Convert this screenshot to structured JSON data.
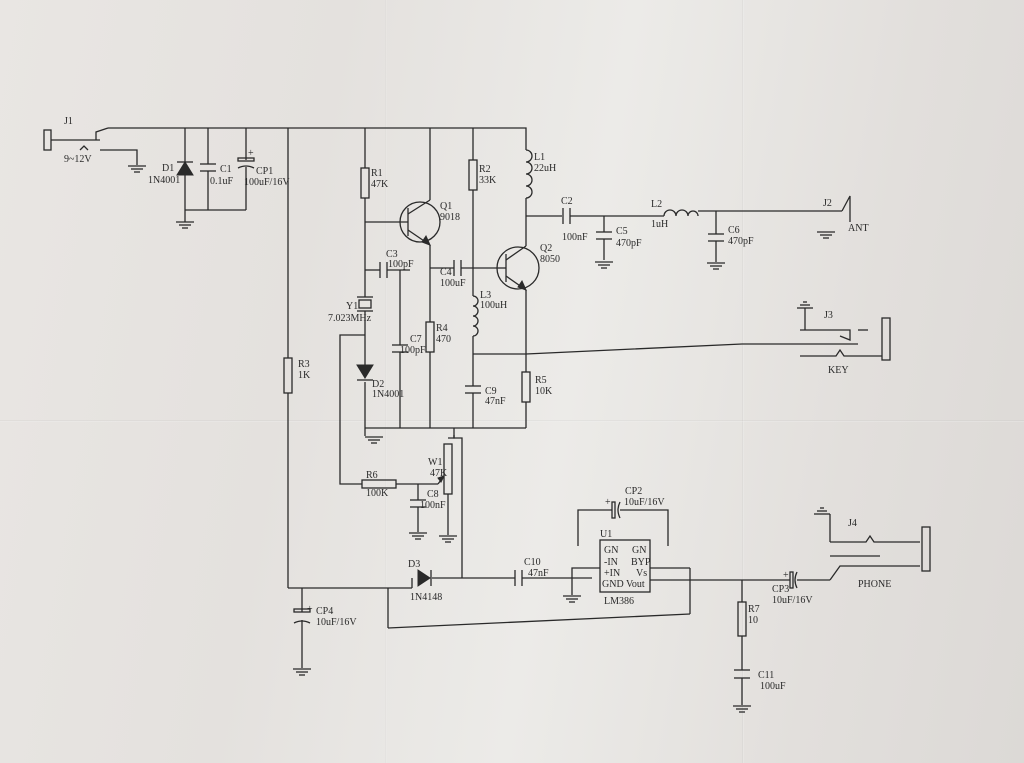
{
  "labels": {
    "j1": "J1",
    "j1_volt": "9~12V",
    "d1": "D1",
    "d1_part": "1N4001",
    "c1": "C1",
    "c1_val": "0.1uF",
    "cp1": "CP1",
    "cp1_val": "100uF/16V",
    "cp1_plus": "+",
    "r1": "R1",
    "r1_val": "47K",
    "q1": "Q1",
    "q1_part": "9018",
    "r2": "R2",
    "r2_val": "33K",
    "l1": "L1",
    "l1_val": "22uH",
    "c2": "C2",
    "c2_val": "100nF",
    "c5": "C5",
    "c5_val": "470pF",
    "l2": "L2",
    "l2_val": "1uH",
    "c6": "C6",
    "c6_val": "470pF",
    "j2": "J2",
    "ant": "ANT",
    "c3": "C3",
    "c3_val": "100pF",
    "c4": "C4",
    "c4_val": "100uF",
    "q2": "Q2",
    "q2_part": "8050",
    "y1": "Y1",
    "y1_val": "7.023MHz",
    "l3": "L3",
    "l3_val": "100uH",
    "c7": "C7",
    "c7_val": "100pF",
    "r4": "R4",
    "r4_val": "470",
    "j3": "J3",
    "key": "KEY",
    "r3": "R3",
    "r3_val": "1K",
    "d2": "D2",
    "d2_part": "1N4001",
    "c9": "C9",
    "c9_val": "47nF",
    "r5": "R5",
    "r5_val": "10K",
    "w1": "W1",
    "w1_val": "47K",
    "r6": "R6",
    "r6_val": "100K",
    "c8": "C8",
    "c8_val": "100nF",
    "cp2": "CP2",
    "cp2_val": "10uF/16V",
    "cp2_plus": "+",
    "u1": "U1",
    "pin_gn_l": "GN",
    "pin_gn_r": "GN",
    "pin_min": "-IN",
    "pin_byp": "BYP",
    "pin_pin": "+IN",
    "pin_vs": "Vs",
    "pin_gnd": "GND",
    "pin_vout": "Vout",
    "lm386": "LM386",
    "j4": "J4",
    "phone": "PHONE",
    "d3": "D3",
    "d3_part": "1N4148",
    "c10": "C10",
    "c10_val": "47nF",
    "cp3": "CP3",
    "cp3_val": "10uF/16V",
    "cp3_plus": "+",
    "r7": "R7",
    "r7_val": "10",
    "cp4": "CP4",
    "cp4_val": "10uF/16V",
    "cp4_plus": "+",
    "c11": "C11",
    "c11_val": "100uF"
  }
}
